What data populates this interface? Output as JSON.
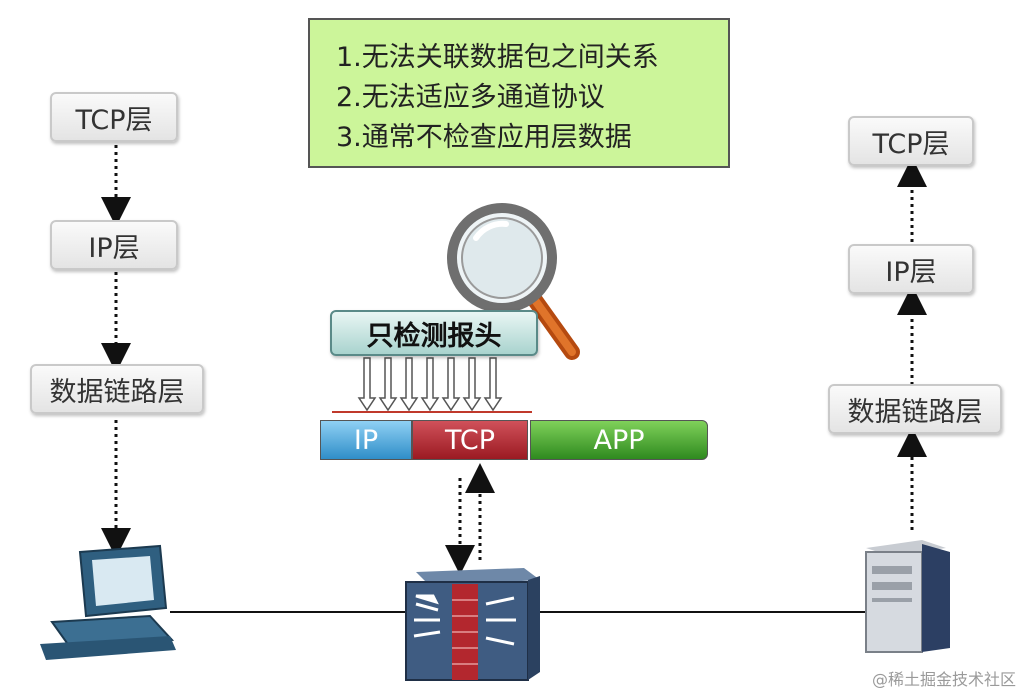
{
  "notes": [
    "1.无法关联数据包之间关系",
    "2.无法适应多通道协议",
    "3.通常不检查应用层数据"
  ],
  "left_stack": {
    "tcp": "TCP层",
    "ip": "IP层",
    "datalink": "数据链路层"
  },
  "right_stack": {
    "tcp": "TCP层",
    "ip": "IP层",
    "datalink": "数据链路层"
  },
  "inspect_label": "只检测报头",
  "packet": {
    "ip": "IP",
    "tcp": "TCP",
    "app": "APP"
  },
  "watermark": "@稀土掘金技术社区",
  "colors": {
    "note_bg": "#ccf59a",
    "ip": "#2f8ec8",
    "tcp": "#9b1a22",
    "app": "#2f8a1f"
  }
}
